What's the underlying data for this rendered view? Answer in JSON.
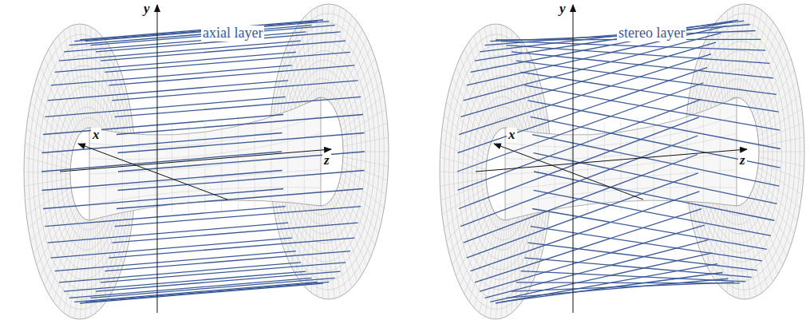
{
  "diagram": {
    "labels": [
      "y",
      "axial layer",
      "x",
      "z",
      "y",
      "stereo layer",
      "x",
      "z"
    ]
  }
}
